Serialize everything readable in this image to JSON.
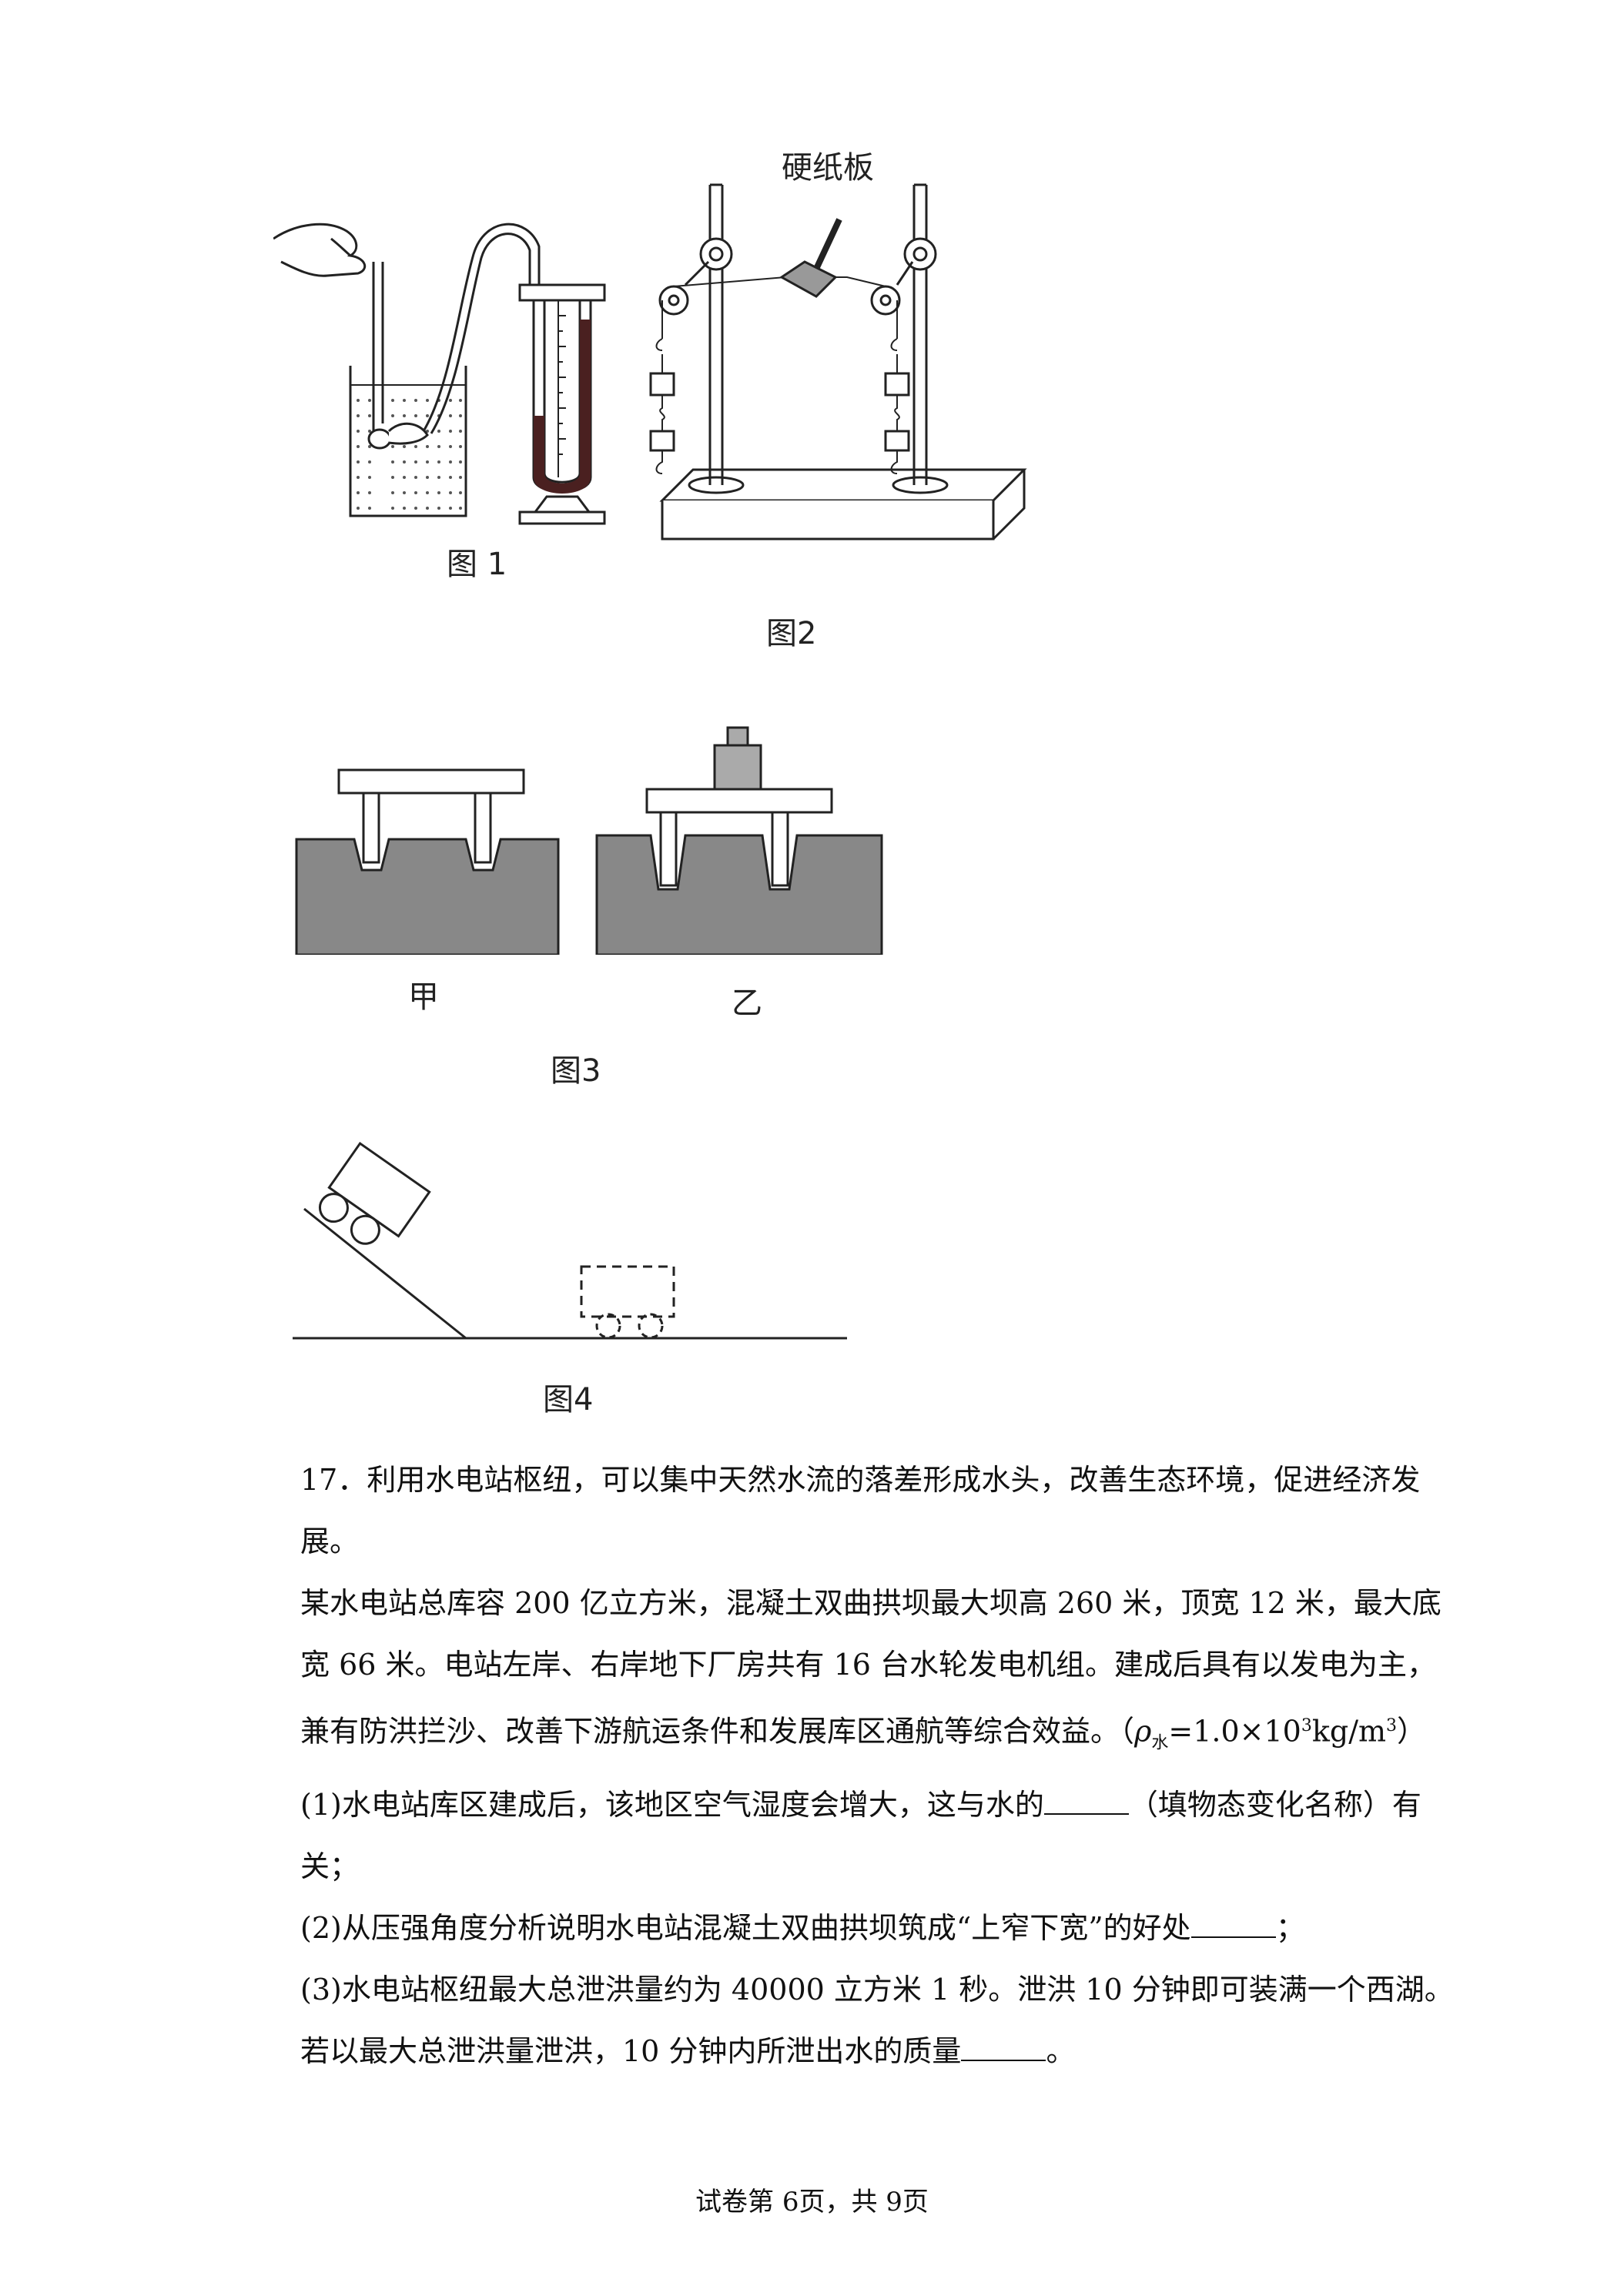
{
  "figures": {
    "fig1": {
      "caption": "图 1"
    },
    "fig2": {
      "caption": "图2",
      "label_cardboard": "硬纸板"
    },
    "fig3": {
      "caption": "图3",
      "left_label": "甲",
      "right_label": "乙"
    },
    "fig4": {
      "caption": "图4"
    }
  },
  "question": {
    "number_intro_line1": "17．利用水电站枢纽，可以集中天然水流的落差形成水头，改善生态环境，促进经济发",
    "intro_line2": "展。",
    "para_line1": "某水电站总库容 200 亿立方米，混凝土双曲拱坝最大坝高 260 米，顶宽 12 米，最大底",
    "para_line2": "宽 66 米。电站左岸、右岸地下厂房共有 16 台水轮发电机组。建成后具有以发电为主，",
    "para_line3_prefix": "兼有防洪拦沙、改善下游航运条件和发展库区通航等综合效益。（",
    "rho_symbol": "ρ",
    "rho_sub": "水",
    "rho_value_prefix": "=1.0×10",
    "rho_exp": "3",
    "rho_unit": "kg/m",
    "rho_unit_exp": "3",
    "para_line3_suffix": "）",
    "sub1_part1": "(1)水电站库区建成后，该地区空气湿度会增大，这与水的",
    "sub1_part2": "（填物态变化名称）有",
    "sub1_line2": "关；",
    "sub2_part1": "(2)从压强角度分析说明水电站混凝土双曲拱坝筑成“上窄下宽”的好处",
    "sub2_part2": "；",
    "sub3_line1": "(3)水电站枢纽最大总泄洪量约为 40000 立方米 1 秒。泄洪 10 分钟即可装满一个西湖。",
    "sub3_part1": "若以最大总泄洪量泄洪，10 分钟内所泄出水的质量",
    "sub3_part2": "。"
  },
  "footer": {
    "page_text": "试卷第 6页，共 9页"
  }
}
